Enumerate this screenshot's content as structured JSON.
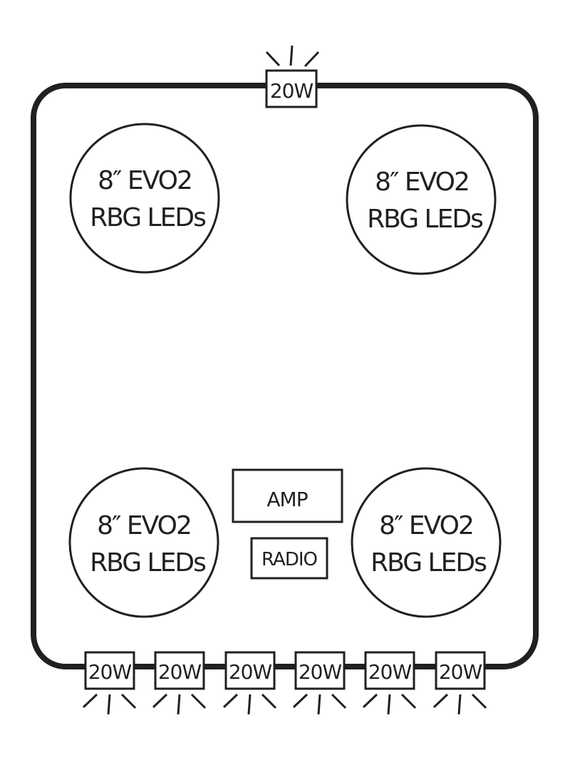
{
  "top_light": {
    "label": "20W"
  },
  "speakers": [
    {
      "line1": "8″ EVO2",
      "line2": "RBG LEDs"
    },
    {
      "line1": "8″ EVO2",
      "line2": "RBG LEDs"
    },
    {
      "line1": "8″ EVO2",
      "line2": "RBG LEDs"
    },
    {
      "line1": "8″ EVO2",
      "line2": "RBG LEDs"
    }
  ],
  "amp": {
    "label": "AMP"
  },
  "radio": {
    "label": "RADIO"
  },
  "bottom_lights": [
    {
      "label": "20W"
    },
    {
      "label": "20W"
    },
    {
      "label": "20W"
    },
    {
      "label": "20W"
    },
    {
      "label": "20W"
    },
    {
      "label": "20W"
    }
  ],
  "colors": {
    "stroke": "#231f20",
    "background": "#ffffff"
  }
}
